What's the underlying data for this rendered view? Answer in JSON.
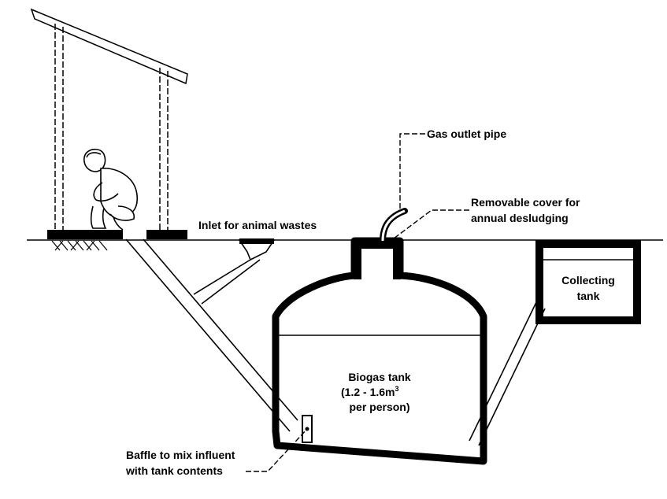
{
  "labels": {
    "gas_outlet": "Gas outlet pipe",
    "cover_line1": "Removable cover for",
    "cover_line2": "annual desludging",
    "inlet": "Inlet for animal wastes",
    "collecting_line1": "Collecting",
    "collecting_line2": "tank",
    "biogas_line1": "Biogas tank",
    "biogas_line2_pre": "(1.2 - 1.6m",
    "biogas_line2_sup": "3",
    "biogas_line3": "per person)",
    "baffle_line1": "Baffle to mix influent",
    "baffle_line2": "with tank contents"
  }
}
